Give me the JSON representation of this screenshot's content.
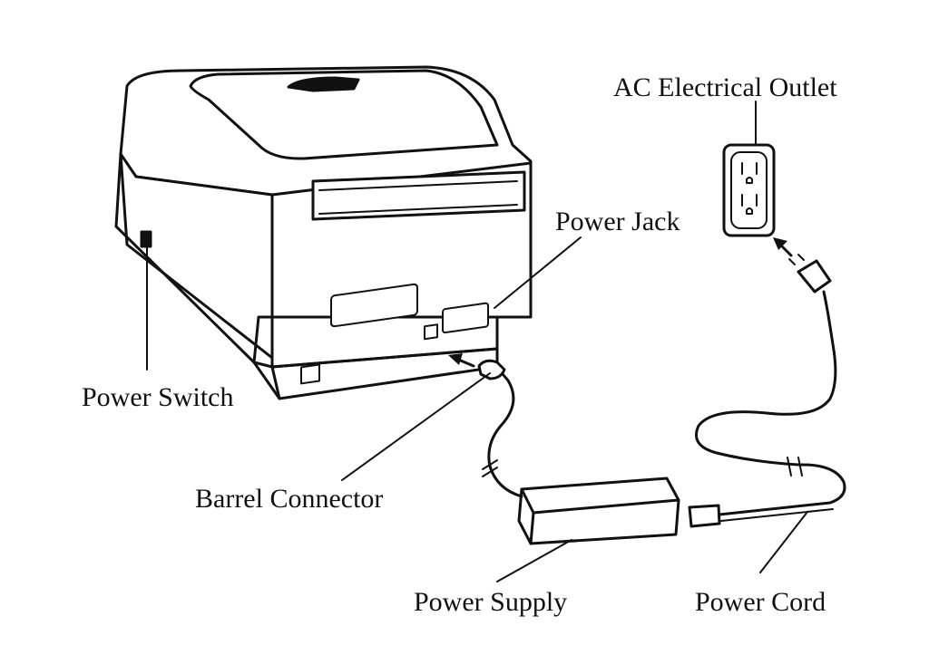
{
  "labels": {
    "ac_outlet": "AC Electrical Outlet",
    "power_jack": "Power Jack",
    "power_switch": "Power Switch",
    "barrel_connector": "Barrel Connector",
    "power_supply": "Power Supply",
    "power_cord": "Power Cord"
  },
  "colors": {
    "ink": "#111111",
    "background": "#ffffff"
  }
}
